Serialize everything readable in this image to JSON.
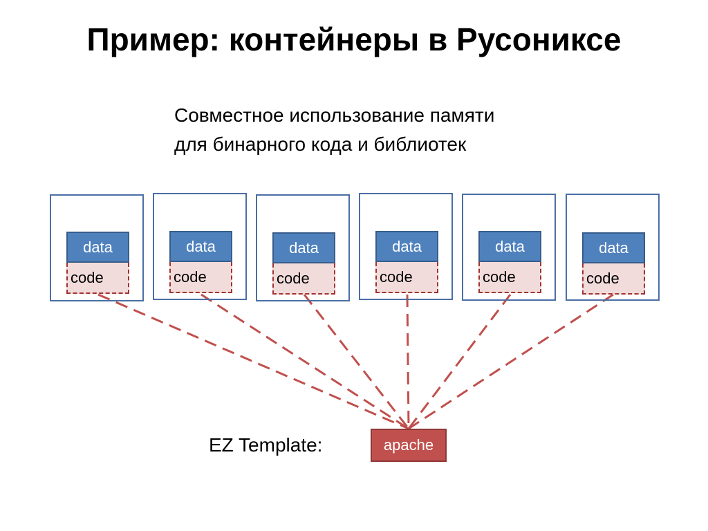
{
  "slide": {
    "title": "Пример: контейнеры в Русониксе",
    "subtitle_lines": [
      "Совместное использование памяти",
      "для бинарного кода и библиотек"
    ]
  },
  "containers": [
    {
      "data_label": "data",
      "code_label": "code"
    },
    {
      "data_label": "data",
      "code_label": "code"
    },
    {
      "data_label": "data",
      "code_label": "code"
    },
    {
      "data_label": "data",
      "code_label": "code"
    },
    {
      "data_label": "data",
      "code_label": "code"
    },
    {
      "data_label": "data",
      "code_label": "code"
    }
  ],
  "template": {
    "label": "EZ Template:",
    "name": "apache"
  },
  "colors": {
    "data_fill": "#4f81bd",
    "code_fill": "#f2dcdb",
    "template_fill": "#c0504d",
    "dashed_link": "#c0504d",
    "container_border": "#4a6fa5"
  }
}
